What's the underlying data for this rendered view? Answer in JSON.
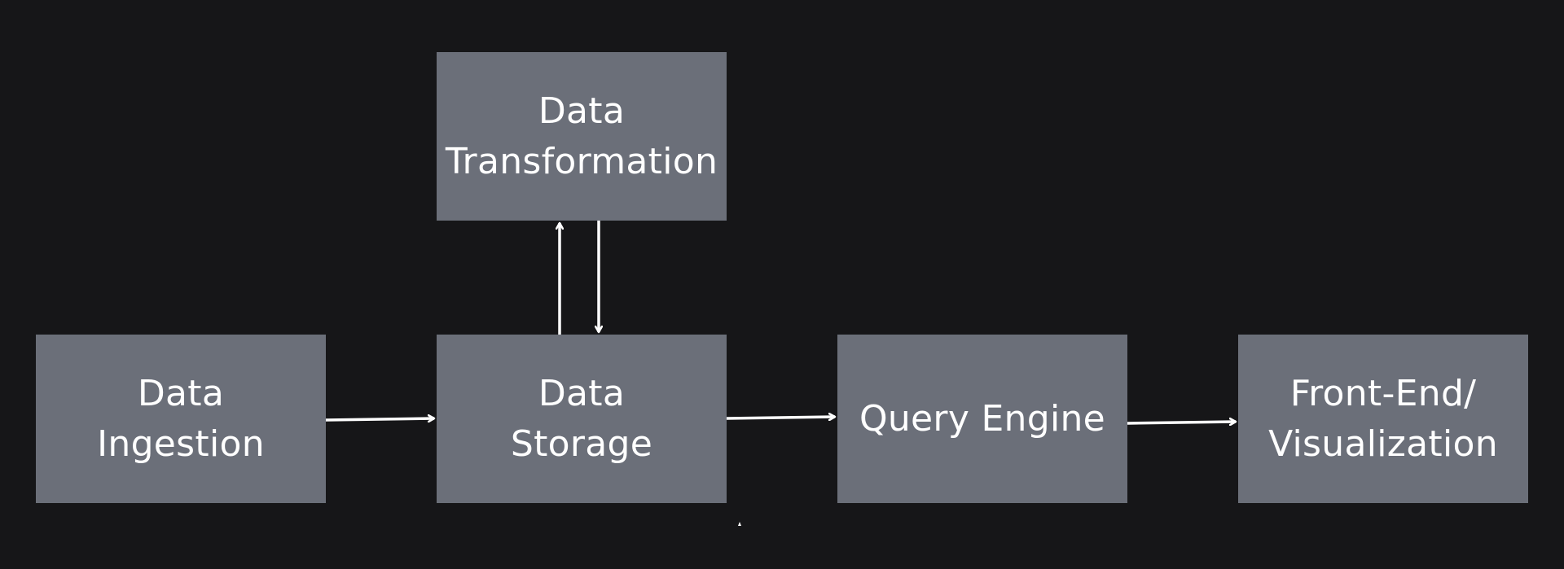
{
  "diagram": {
    "nodes": {
      "ingestion": {
        "line1": "Data",
        "line2": "Ingestion"
      },
      "transformation": {
        "line1": "Data",
        "line2": "Transformation"
      },
      "storage": {
        "line1": "Data",
        "line2": "Storage"
      },
      "query": {
        "line1": "Query Engine"
      },
      "frontend": {
        "line1": "Front-End/",
        "line2": "Visualization"
      }
    },
    "edges": [
      {
        "from": "Data Ingestion",
        "to": "Data Storage"
      },
      {
        "from": "Data Storage",
        "to": "Data Transformation"
      },
      {
        "from": "Data Transformation",
        "to": "Data Storage"
      },
      {
        "from": "Data Storage",
        "to": "Query Engine"
      },
      {
        "from": "Query Engine",
        "to": "Front-End/Visualization"
      }
    ],
    "colors": {
      "background": "#161618",
      "node_fill": "#6b6f79",
      "text": "#ffffff",
      "edge": "#ffffff"
    }
  }
}
